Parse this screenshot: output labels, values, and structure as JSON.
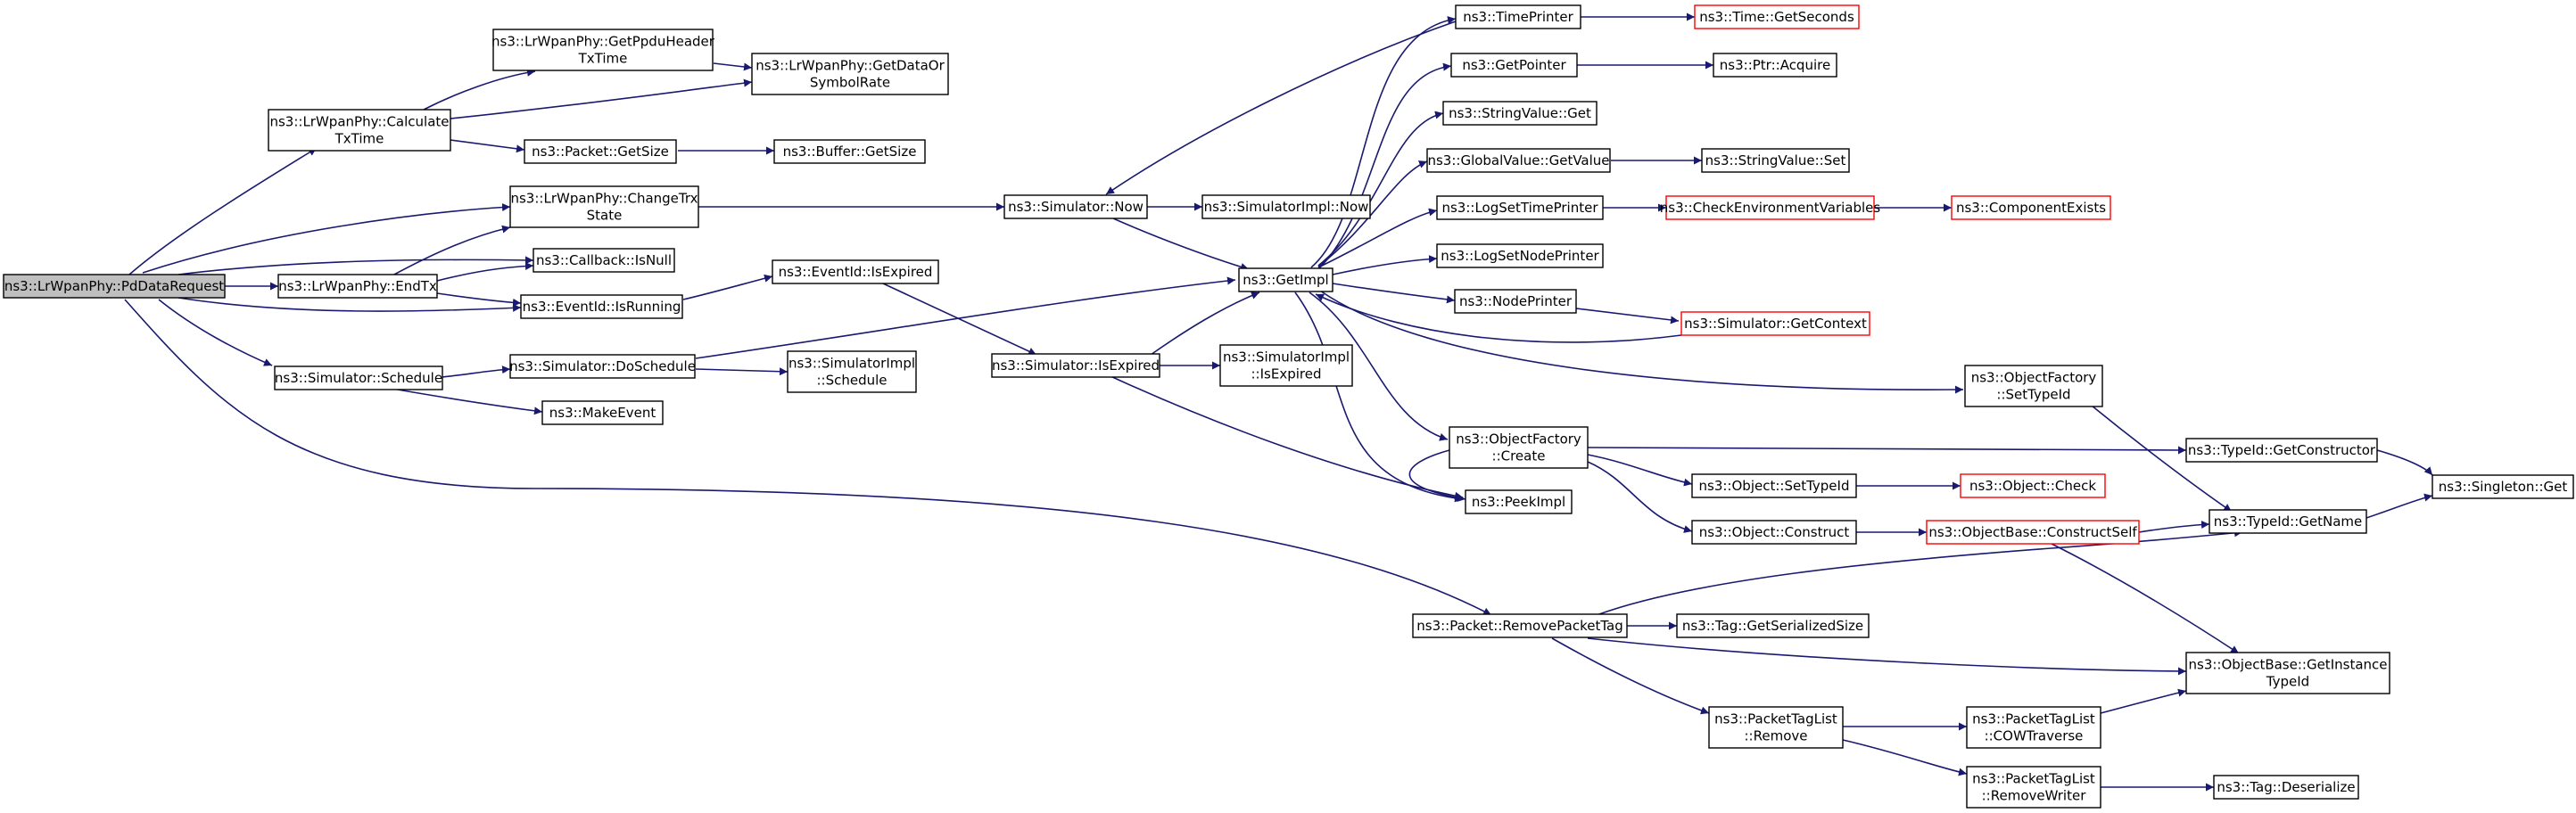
{
  "graph": {
    "edge_color": "#191970",
    "root_fill": "#bfbfbf",
    "red_border": "#ff0000",
    "nodes": [
      {
        "id": "root",
        "lines": [
          "ns3::LrWpanPhy::PdDataRequest"
        ],
        "style": "root"
      },
      {
        "id": "calc",
        "lines": [
          "ns3::LrWpanPhy::Calculate",
          "TxTime"
        ],
        "style": "black"
      },
      {
        "id": "getppdu",
        "lines": [
          "ns3::LrWpanPhy::GetPpduHeader",
          "TxTime"
        ],
        "style": "black"
      },
      {
        "id": "getdata",
        "lines": [
          "ns3::LrWpanPhy::GetDataOr",
          "SymbolRate"
        ],
        "style": "black"
      },
      {
        "id": "pktsize",
        "lines": [
          "ns3::Packet::GetSize"
        ],
        "style": "black"
      },
      {
        "id": "bufsize",
        "lines": [
          "ns3::Buffer::GetSize"
        ],
        "style": "black"
      },
      {
        "id": "changetrx",
        "lines": [
          "ns3::LrWpanPhy::ChangeTrx",
          "State"
        ],
        "style": "black"
      },
      {
        "id": "cbnull",
        "lines": [
          "ns3::Callback::IsNull"
        ],
        "style": "black"
      },
      {
        "id": "endtx",
        "lines": [
          "ns3::LrWpanPhy::EndTx"
        ],
        "style": "black"
      },
      {
        "id": "evrunning",
        "lines": [
          "ns3::EventId::IsRunning"
        ],
        "style": "black"
      },
      {
        "id": "evexpired",
        "lines": [
          "ns3::EventId::IsExpired"
        ],
        "style": "black"
      },
      {
        "id": "schedule",
        "lines": [
          "ns3::Simulator::Schedule"
        ],
        "style": "black"
      },
      {
        "id": "dosched",
        "lines": [
          "ns3::Simulator::DoSchedule"
        ],
        "style": "black"
      },
      {
        "id": "makeevent",
        "lines": [
          "ns3::MakeEvent"
        ],
        "style": "black"
      },
      {
        "id": "simimplsched",
        "lines": [
          "ns3::SimulatorImpl",
          "::Schedule"
        ],
        "style": "black"
      },
      {
        "id": "simnow",
        "lines": [
          "ns3::Simulator::Now"
        ],
        "style": "black"
      },
      {
        "id": "simimplnow",
        "lines": [
          "ns3::SimulatorImpl::Now"
        ],
        "style": "black"
      },
      {
        "id": "simexpired",
        "lines": [
          "ns3::Simulator::IsExpired"
        ],
        "style": "black"
      },
      {
        "id": "simimplexpired",
        "lines": [
          "ns3::SimulatorImpl",
          "::IsExpired"
        ],
        "style": "black"
      },
      {
        "id": "getimpl",
        "lines": [
          "ns3::GetImpl"
        ],
        "style": "black"
      },
      {
        "id": "timeprinter",
        "lines": [
          "ns3::TimePrinter"
        ],
        "style": "black"
      },
      {
        "id": "getseconds",
        "lines": [
          "ns3::Time::GetSeconds"
        ],
        "style": "red"
      },
      {
        "id": "getpointer",
        "lines": [
          "ns3::GetPointer"
        ],
        "style": "black"
      },
      {
        "id": "ptracquire",
        "lines": [
          "ns3::Ptr::Acquire"
        ],
        "style": "black"
      },
      {
        "id": "strget",
        "lines": [
          "ns3::StringValue::Get"
        ],
        "style": "black"
      },
      {
        "id": "globalget",
        "lines": [
          "ns3::GlobalValue::GetValue"
        ],
        "style": "black"
      },
      {
        "id": "strset",
        "lines": [
          "ns3::StringValue::Set"
        ],
        "style": "black"
      },
      {
        "id": "logtime",
        "lines": [
          "ns3::LogSetTimePrinter"
        ],
        "style": "black"
      },
      {
        "id": "checkenv",
        "lines": [
          "ns3::CheckEnvironmentVariables"
        ],
        "style": "red"
      },
      {
        "id": "compexists",
        "lines": [
          "ns3::ComponentExists"
        ],
        "style": "red"
      },
      {
        "id": "lognode",
        "lines": [
          "ns3::LogSetNodePrinter"
        ],
        "style": "black"
      },
      {
        "id": "nodeprinter",
        "lines": [
          "ns3::NodePrinter"
        ],
        "style": "black"
      },
      {
        "id": "getcontext",
        "lines": [
          "ns3::Simulator::GetContext"
        ],
        "style": "red"
      },
      {
        "id": "ofsettype",
        "lines": [
          "ns3::ObjectFactory",
          "::SetTypeId"
        ],
        "style": "black"
      },
      {
        "id": "ofcreate",
        "lines": [
          "ns3::ObjectFactory",
          "::Create"
        ],
        "style": "black"
      },
      {
        "id": "getctor",
        "lines": [
          "ns3::TypeId::GetConstructor"
        ],
        "style": "black"
      },
      {
        "id": "singleton",
        "lines": [
          "ns3::Singleton::Get"
        ],
        "style": "black"
      },
      {
        "id": "objsettype",
        "lines": [
          "ns3::Object::SetTypeId"
        ],
        "style": "black"
      },
      {
        "id": "objcheck",
        "lines": [
          "ns3::Object::Check"
        ],
        "style": "red"
      },
      {
        "id": "peekimpl",
        "lines": [
          "ns3::PeekImpl"
        ],
        "style": "black"
      },
      {
        "id": "objconstruct",
        "lines": [
          "ns3::Object::Construct"
        ],
        "style": "black"
      },
      {
        "id": "obconstructself",
        "lines": [
          "ns3::ObjectBase::ConstructSelf"
        ],
        "style": "red"
      },
      {
        "id": "typegetname",
        "lines": [
          "ns3::TypeId::GetName"
        ],
        "style": "black"
      },
      {
        "id": "removetag",
        "lines": [
          "ns3::Packet::RemovePacketTag"
        ],
        "style": "black"
      },
      {
        "id": "tagserial",
        "lines": [
          "ns3::Tag::GetSerializedSize"
        ],
        "style": "black"
      },
      {
        "id": "obgetinst",
        "lines": [
          "ns3::ObjectBase::GetInstance",
          "TypeId"
        ],
        "style": "black"
      },
      {
        "id": "ptlremove",
        "lines": [
          "ns3::PacketTagList",
          "::Remove"
        ],
        "style": "black"
      },
      {
        "id": "ptlcow",
        "lines": [
          "ns3::PacketTagList",
          "::COWTraverse"
        ],
        "style": "black"
      },
      {
        "id": "ptlwriter",
        "lines": [
          "ns3::PacketTagList",
          "::RemoveWriter"
        ],
        "style": "black"
      },
      {
        "id": "tagdeser",
        "lines": [
          "ns3::Tag::Deserialize"
        ],
        "style": "black"
      }
    ]
  }
}
